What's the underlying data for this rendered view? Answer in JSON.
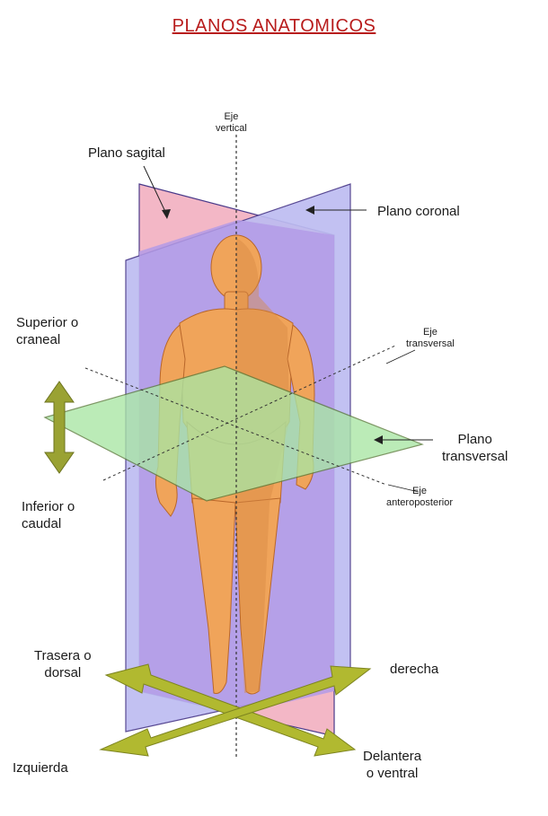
{
  "title": "PLANOS ANATOMICOS",
  "labels": {
    "eje_vertical_1": "Eje",
    "eje_vertical_2": "vertical",
    "plano_sagital": "Plano sagital",
    "plano_coronal": "Plano coronal",
    "superior_1": "Superior o",
    "superior_2": "craneal",
    "eje_transversal_1": "Eje",
    "eje_transversal_2": "transversal",
    "plano_transversal_1": "Plano",
    "plano_transversal_2": "transversal",
    "inferior_1": "Inferior o",
    "inferior_2": "caudal",
    "eje_antero_1": "Eje",
    "eje_antero_2": "anteroposterior",
    "trasera_1": "Trasera o",
    "trasera_2": "dorsal",
    "derecha": "derecha",
    "izquierda": "Izquierda",
    "delantera_1": "Delantera",
    "delantera_2": "o ventral"
  },
  "colors": {
    "title": "#b81c1c",
    "sagittal_plane": "#f3b7c6",
    "coronal_plane": "#b9b8ef",
    "overlap_plane": "#b8a2e6",
    "transverse_plane": "#a9e6a4",
    "body": "#f0a45a",
    "arrows": "#9aa233"
  }
}
